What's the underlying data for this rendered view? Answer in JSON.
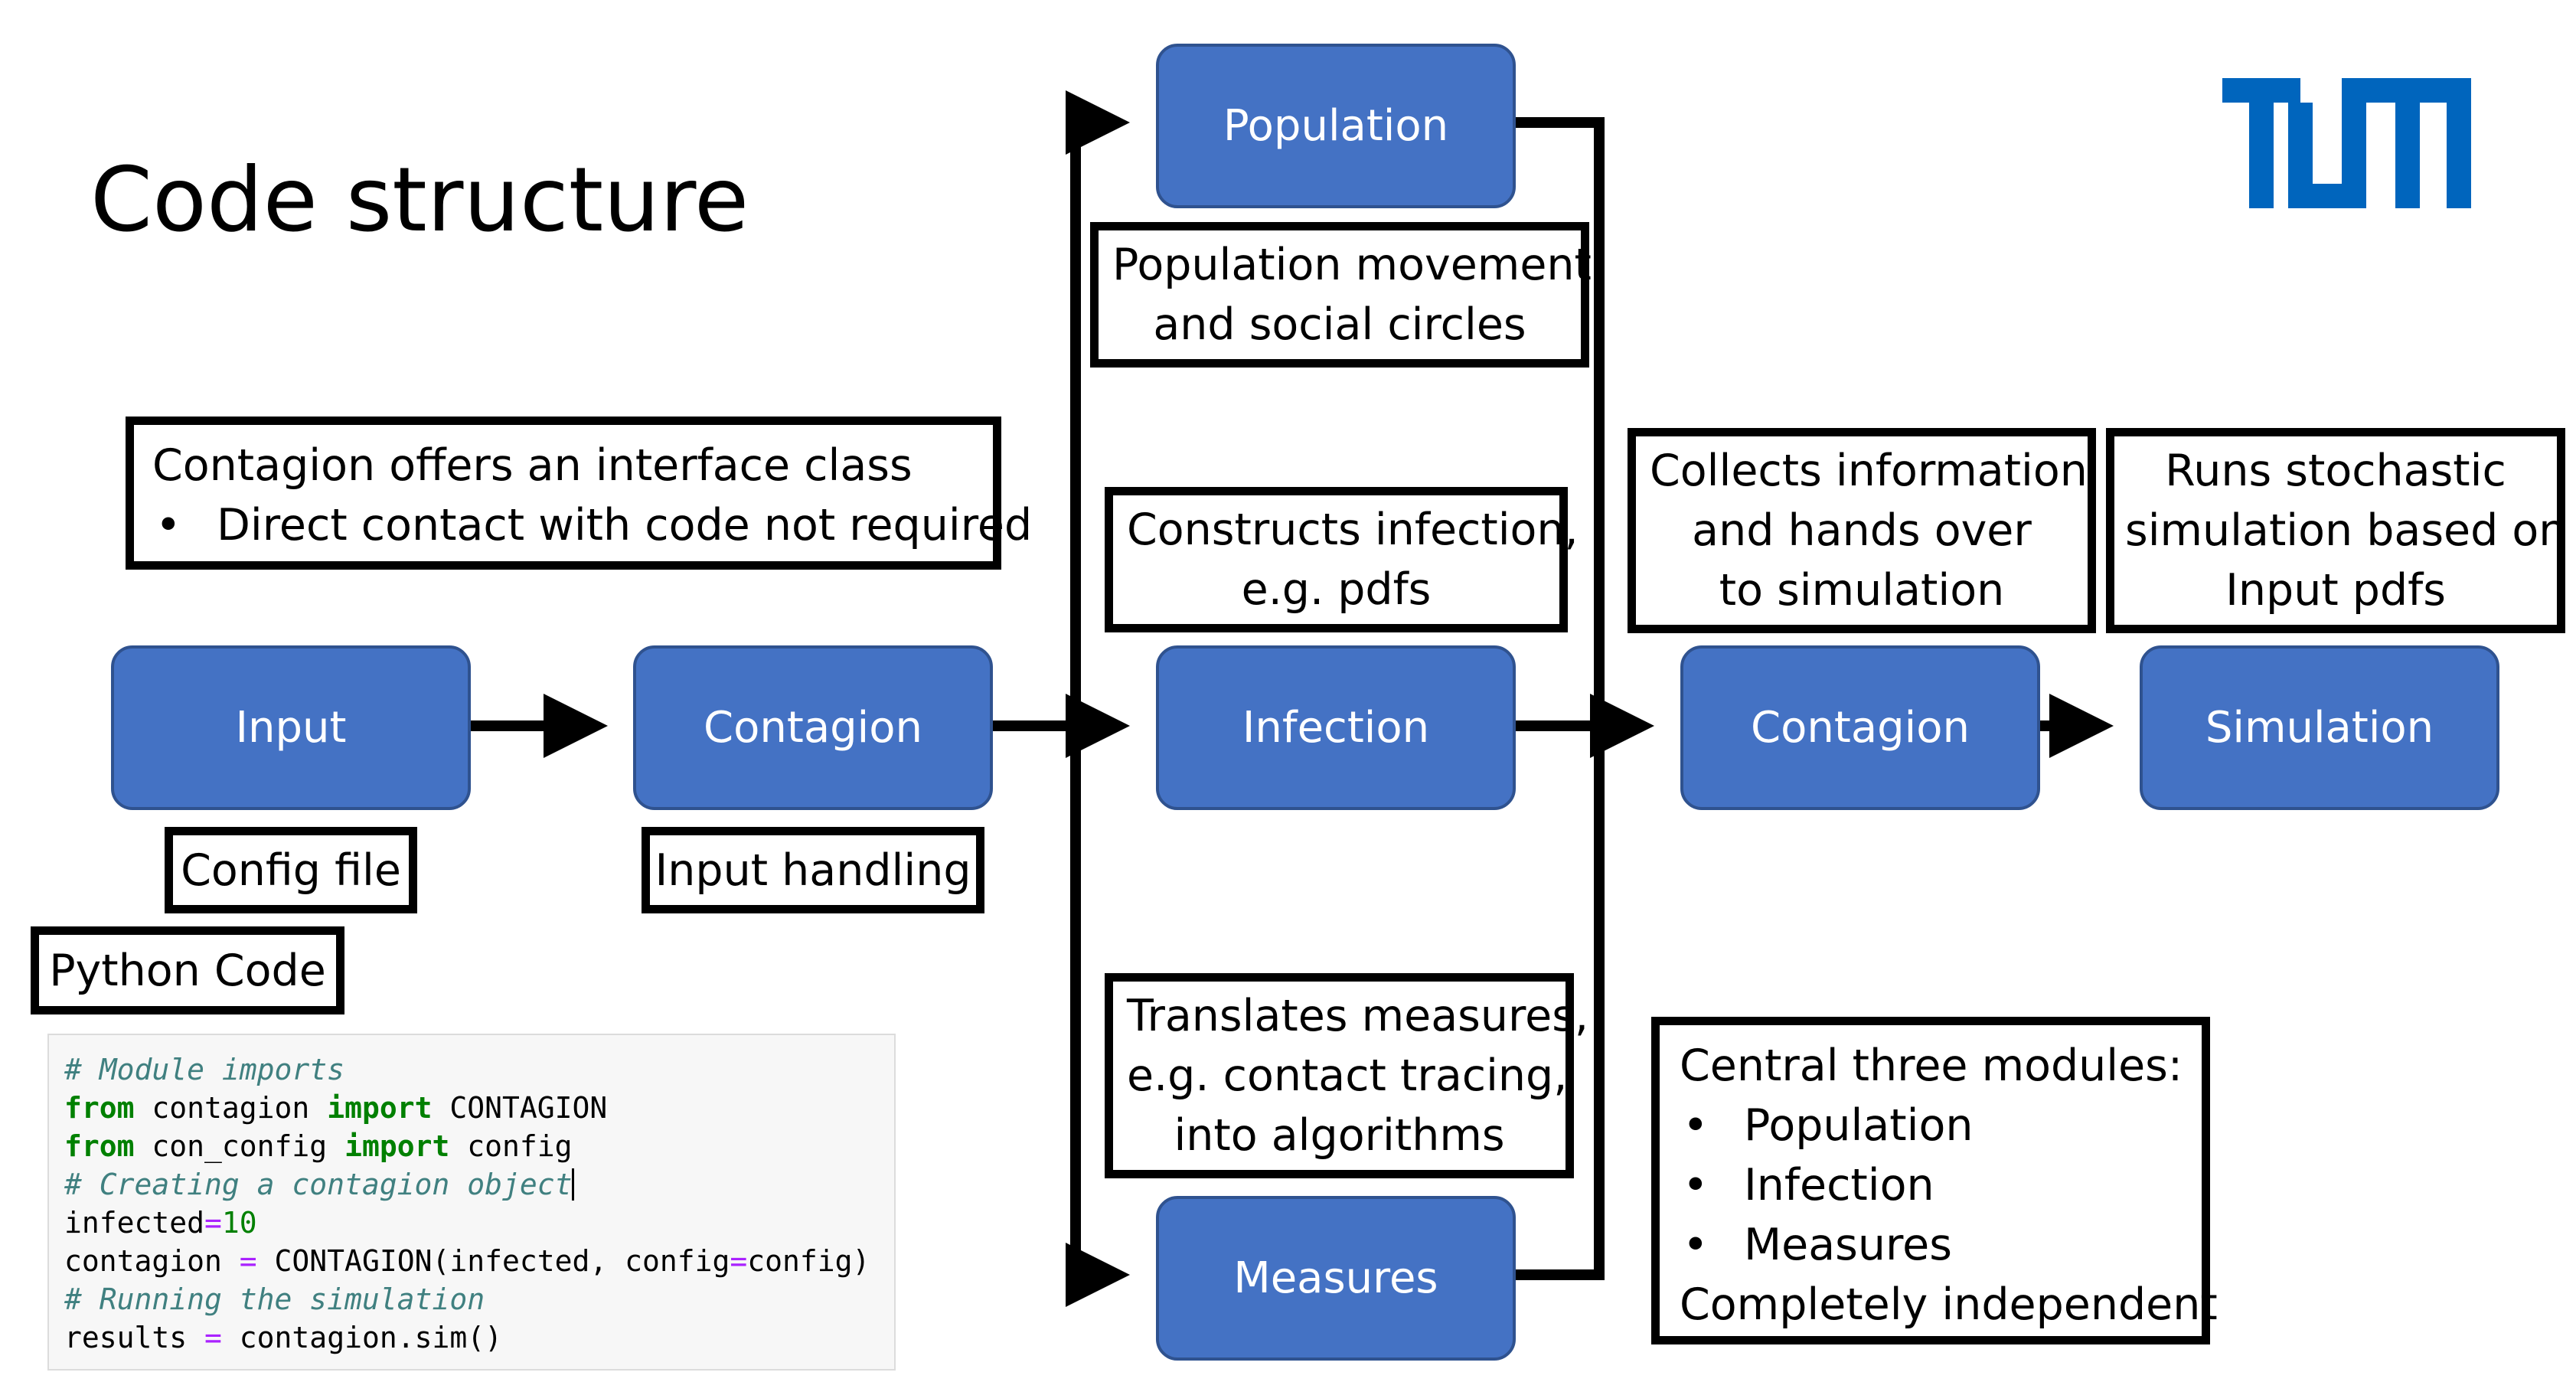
{
  "title": "Code structure",
  "colors": {
    "module_fill": "#4472C4",
    "module_border": "#2F528F",
    "logo": "#0065BD",
    "note_border": "#000000"
  },
  "logo": {
    "icon": "tum-logo"
  },
  "modules": {
    "input": "Input",
    "contagion_left": "Contagion",
    "population": "Population",
    "infection": "Infection",
    "measures": "Measures",
    "contagion_right": "Contagion",
    "simulation": "Simulation"
  },
  "notes": {
    "interface": {
      "line1": "Contagion offers an interface class",
      "bullet": "•",
      "line2": "Direct contact with code not required"
    },
    "config_file": "Config file",
    "python_code": "Python Code",
    "input_handling": "Input handling",
    "population_movement": [
      "Population movement",
      "and social circles"
    ],
    "constructs_infection": [
      "Constructs infection,",
      "e.g. pdfs"
    ],
    "translates_measures": [
      "Translates measures,",
      "e.g. contact tracing,",
      "into algorithms"
    ],
    "collects_info": [
      "Collects information",
      "and hands over",
      "to simulation"
    ],
    "runs_stochastic": [
      "Runs stochastic",
      "simulation based on",
      "Input pdfs"
    ],
    "central_modules": {
      "heading": "Central three modules:",
      "items": [
        "Population",
        "Infection",
        "Measures"
      ],
      "footer": "Completely independent"
    }
  },
  "code": {
    "c1": "# Module imports",
    "l2_kw1": "from",
    "l2_mid": " contagion ",
    "l2_kw2": "import",
    "l2_end": " CONTAGION",
    "l3_kw1": "from",
    "l3_mid": " con_config ",
    "l3_kw2": "import",
    "l3_end": " config",
    "c4": "# Creating a contagion object",
    "l5_a": "infected",
    "l5_op": "=",
    "l5_num": "10",
    "l6_a": "contagion ",
    "l6_op": "=",
    "l6_b": " CONTAGION(infected, config",
    "l6_op2": "=",
    "l6_c": "config)",
    "c7": "# Running the simulation",
    "l8_a": "results ",
    "l8_op": "=",
    "l8_b": " contagion.sim()"
  }
}
